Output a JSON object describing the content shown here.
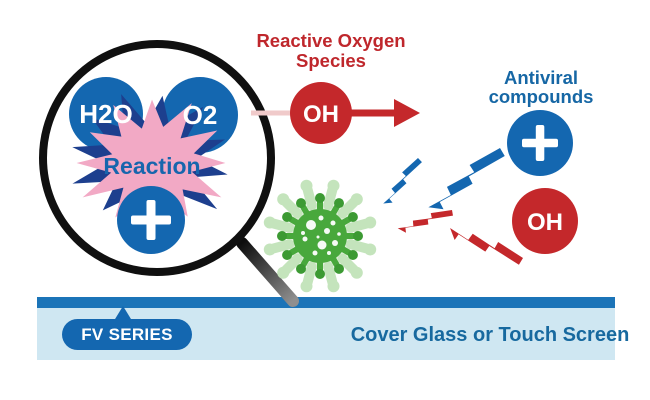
{
  "magnifier": {
    "h2o_label": "H2O",
    "o2_label": "O2",
    "reaction_label": "Reaction"
  },
  "reactive_oxygen_species": {
    "label_line1": "Reactive Oxygen",
    "label_line2": "Species",
    "oh_label": "OH"
  },
  "antiviral_compounds": {
    "label_line1": "Antiviral",
    "label_line2": "compounds",
    "oh_label": "OH"
  },
  "footer": {
    "series_badge": "FV SERIES",
    "surface_label": "Cover Glass or Touch Screen"
  },
  "icons": {
    "lens": "magnifier-lens-icon",
    "virus": "virus-icon",
    "blue_bolt": "blue-lightning-icon",
    "red_bolt": "red-lightning-icon",
    "arrow": "red-arrow-right-icon",
    "plus": "plus-ion-icon"
  },
  "colors": {
    "blue": "#1467b0",
    "red": "#c4282b",
    "pink_burst": "#f2a9c5",
    "navy_burst": "#1d3f8e",
    "virus_green": "#48a83c",
    "virus_halo_green": "#c4e4bc",
    "glass_bar_blue": "#1b74b8",
    "panel_light_blue": "#cfe7f2",
    "heading_red": "#bf272c",
    "heading_blue": "#1667a5",
    "surface_text_blue": "#17699f"
  }
}
